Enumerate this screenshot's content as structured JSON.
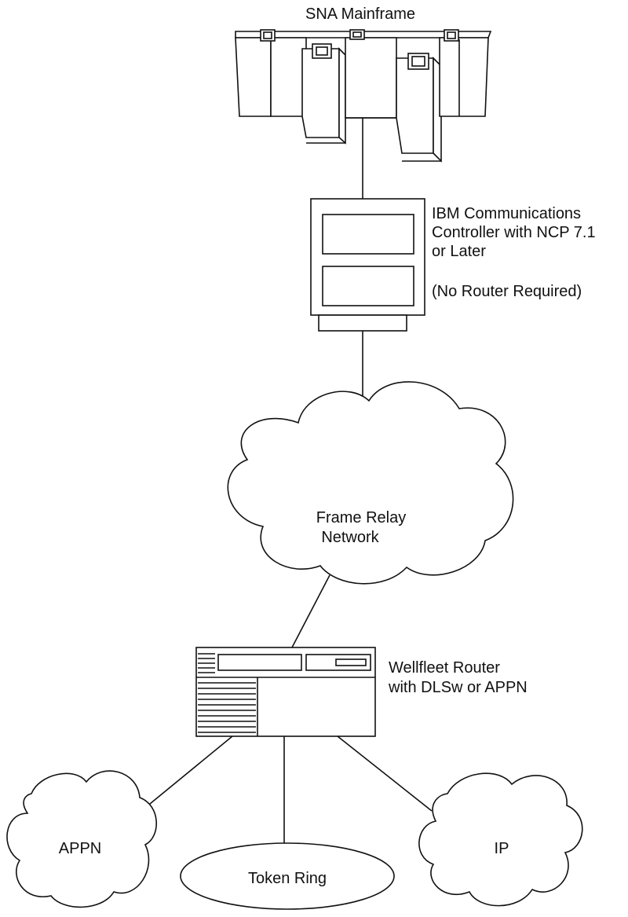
{
  "diagram": {
    "mainframe_label": "SNA Mainframe",
    "controller_label": {
      "line1": "IBM Communications",
      "line2": "Controller with NCP 7.1",
      "line3": "or Later",
      "note": "(No  Router Required)"
    },
    "cloud_label": {
      "line1": "Frame Relay",
      "line2": "Network"
    },
    "router_label": {
      "line1": "Wellfleet Router",
      "line2": "with DLSw or APPN"
    },
    "appn_label": "APPN",
    "token_ring_label": "Token Ring",
    "ip_label": "IP"
  }
}
